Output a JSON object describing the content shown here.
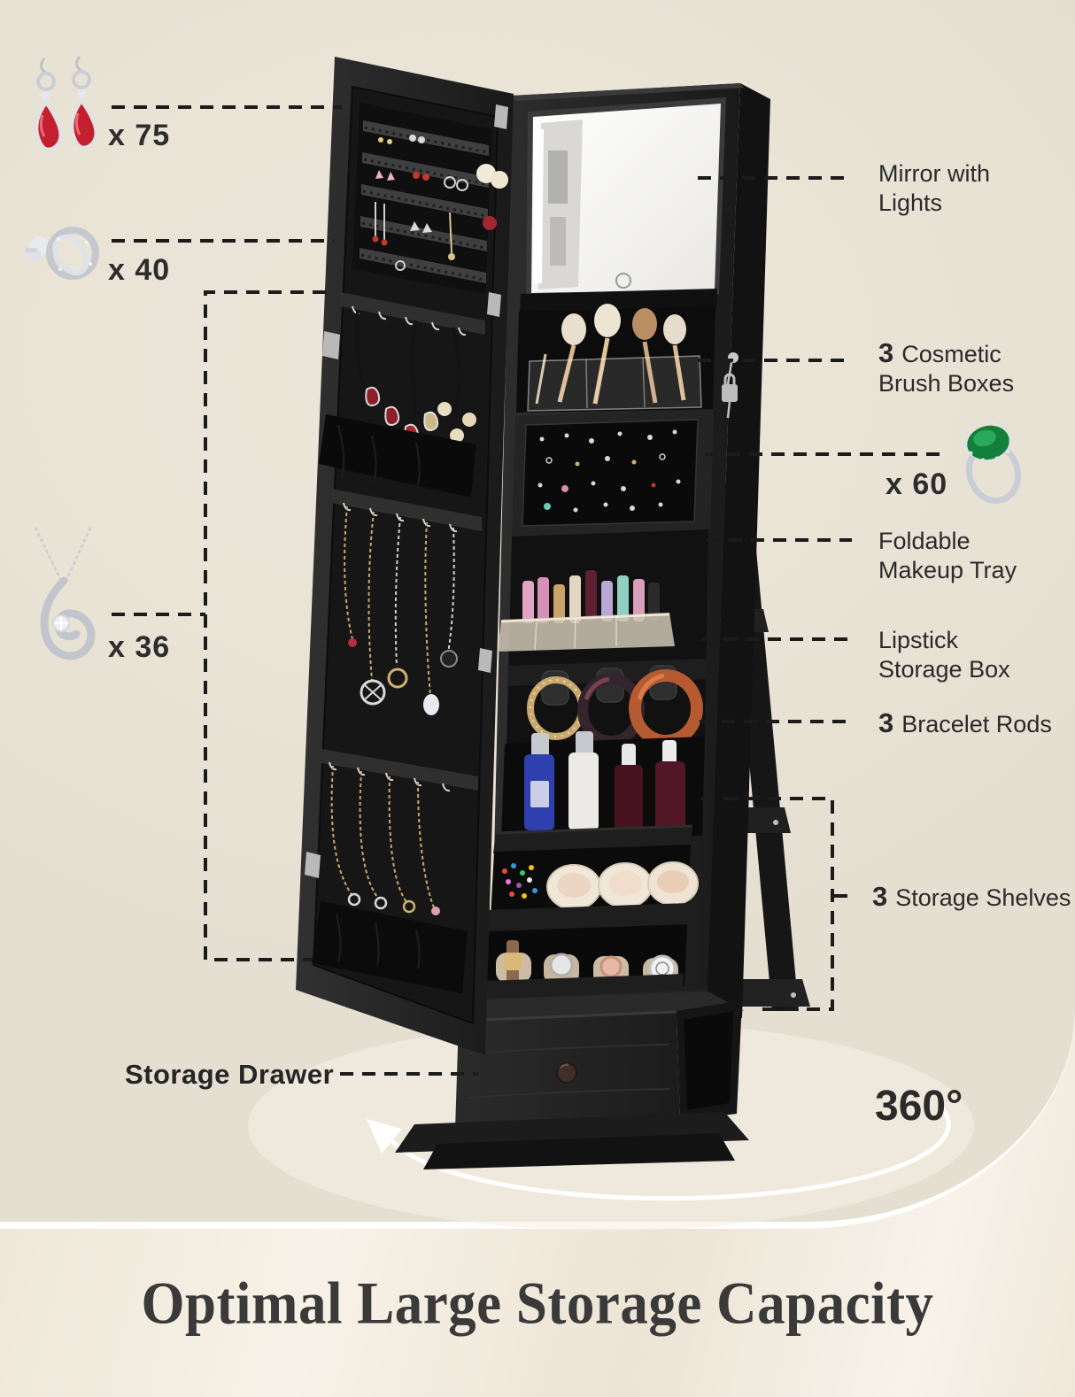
{
  "title": "Optimal Large Storage Capacity",
  "rotation_label": "360°",
  "counts": {
    "drop_earrings": "x 75",
    "stud_earrings": "x 40",
    "pendant_necklace": "x 36",
    "gemstone_ring": "x 60"
  },
  "callouts": {
    "mirror": [
      "Mirror with",
      "Lights"
    ],
    "cosmetic": {
      "count": "3",
      "line1": "Cosmetic",
      "line2": "Brush Boxes"
    },
    "foldable": [
      "Foldable",
      "Makeup Tray"
    ],
    "lipstick": [
      "Lipstick",
      "Storage Box"
    ],
    "bracelet": {
      "count": "3",
      "text": "Bracelet Rods"
    },
    "shelves": {
      "count": "3",
      "text": "Storage Shelves"
    },
    "drawer": "Storage Drawer"
  },
  "icons": {
    "drop_earrings": "drop-earrings-image",
    "stud_earrings": "stud-earrings-image",
    "pendant_necklace": "pendant-necklace-image",
    "gemstone_ring": "gemstone-ring-image",
    "rotation_arrow": "rotation-arrow"
  },
  "colors": {
    "background": "#EAE4D7",
    "satin_background": "#F6F0E6",
    "cabinet_black": "#1E1E1E",
    "label_text": "#2A2A2A",
    "title_text": "#3A3A3A",
    "callout_line": "#1B1B1B",
    "arrow_white": "#FFFFFF"
  }
}
